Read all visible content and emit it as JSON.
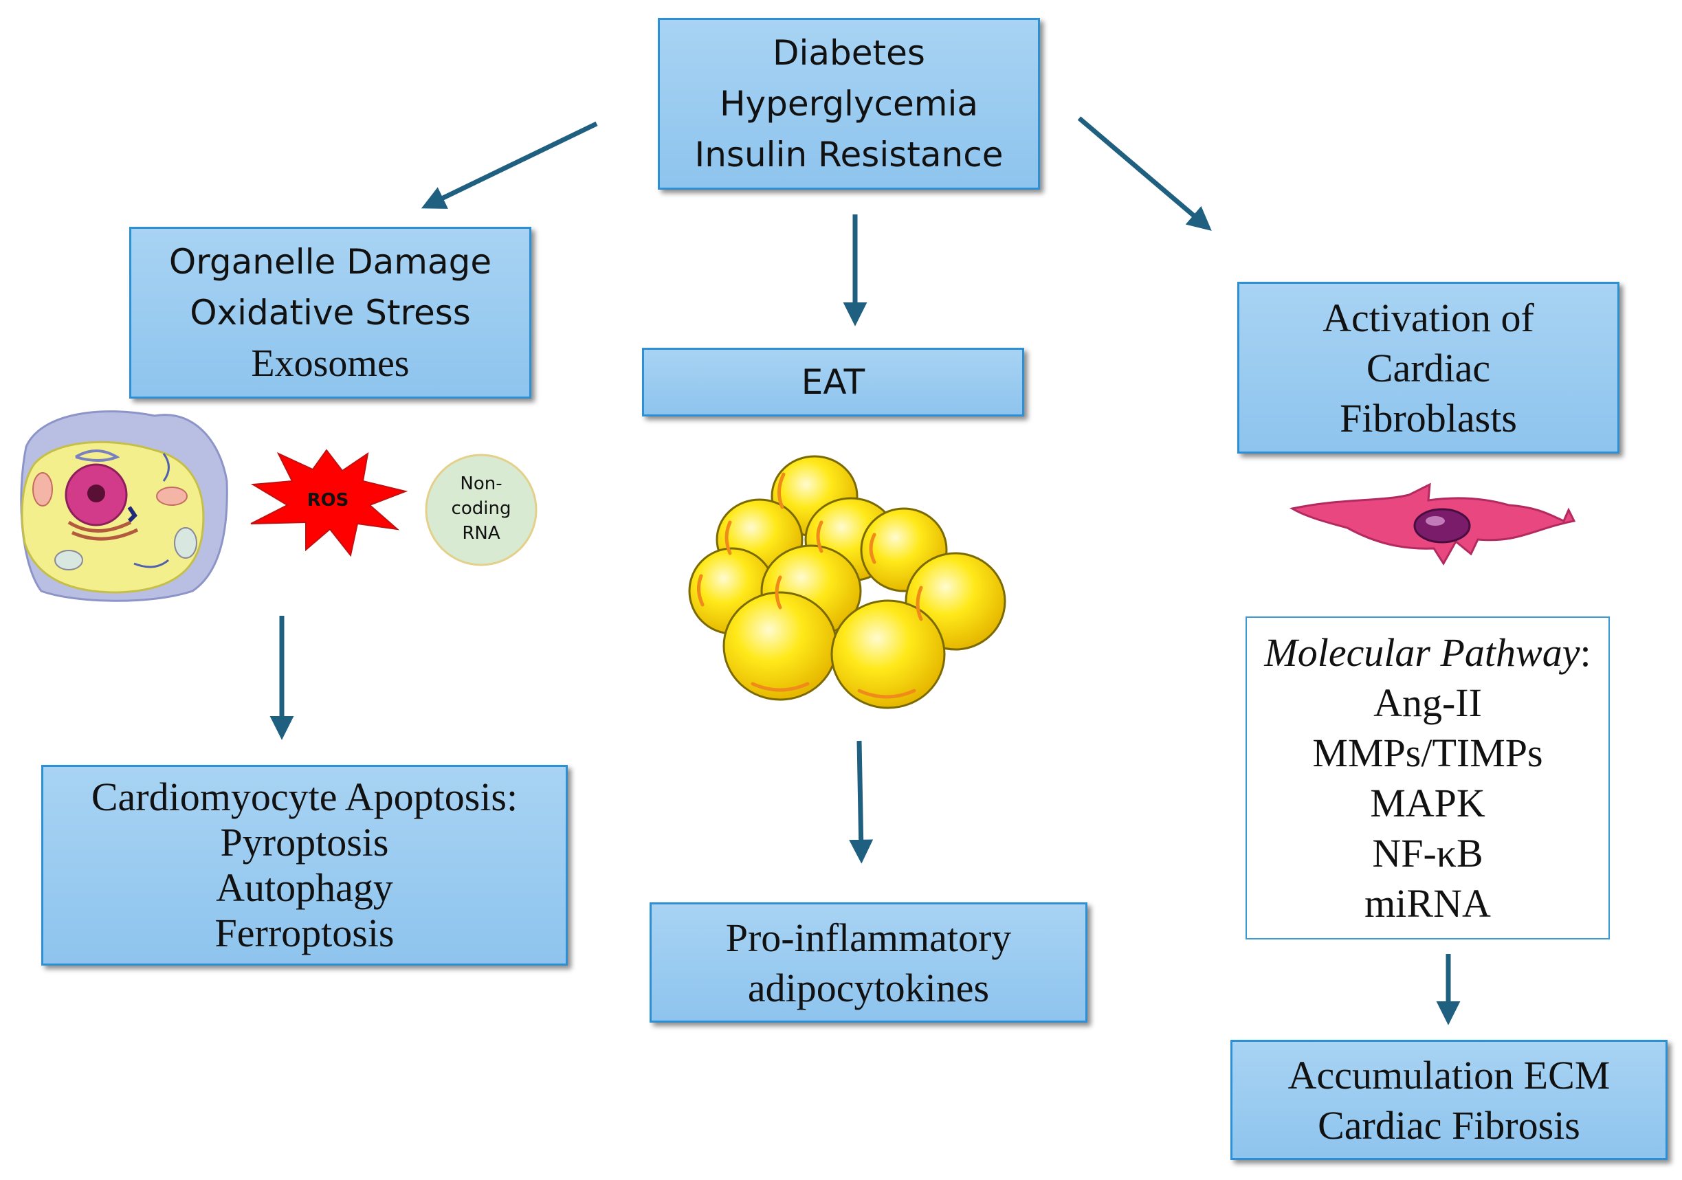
{
  "top_box": {
    "lines": [
      "Diabetes",
      "Hyperglycemia",
      "Insulin Resistance"
    ]
  },
  "left_box": {
    "lines": [
      "Organelle Damage",
      "Oxidative Stress",
      "Exosomes"
    ]
  },
  "center_box": {
    "label": "EAT"
  },
  "right_box": {
    "lines": [
      "Activation of",
      "Cardiac",
      "Fibroblasts"
    ]
  },
  "illustrations": {
    "ros_label": "ROS",
    "rna_lines": [
      "Non-",
      "coding",
      "RNA"
    ],
    "cell_icon": "cell-icon",
    "adipocyte_icon": "adipocyte-cluster-icon",
    "fibroblast_icon": "fibroblast-icon"
  },
  "apoptosis_box": {
    "lines": [
      "Cardiomyocyte Apoptosis:",
      "Pyroptosis",
      "Autophagy",
      "Ferroptosis"
    ]
  },
  "adipocytokines_box": {
    "lines": [
      "Pro-inflammatory",
      "adipocytokines"
    ]
  },
  "pathway_box": {
    "title": "Molecular Pathway",
    "title_suffix": ":",
    "items": [
      "Ang-II",
      "MMPs/TIMPs",
      "MAPK",
      "NF-κB",
      "miRNA"
    ]
  },
  "fibrosis_box": {
    "lines": [
      "Accumulation ECM",
      "Cardiac Fibrosis"
    ]
  },
  "colors": {
    "arrow": "#1f5f80",
    "box_fill": "#9ccbf0",
    "box_border": "#2f8fd3",
    "ros": "#ff0000",
    "fat": "#ffe800",
    "fibroblast": "#e8477f"
  }
}
